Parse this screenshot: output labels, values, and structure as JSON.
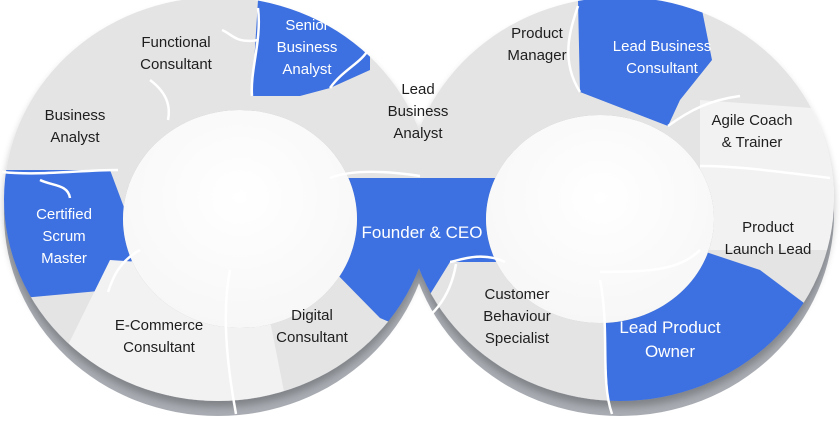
{
  "colors": {
    "blue": "#3d70e0",
    "blue_dark": "#1f49b8",
    "gray": "#e6e6e6",
    "gray_light": "#f2f2f2",
    "side": "#b9bcc1"
  },
  "pieces": {
    "senior_business_analyst": {
      "lines": [
        "Senior",
        "Business",
        "Analyst"
      ],
      "highlight": true
    },
    "functional_consultant": {
      "lines": [
        "Functional",
        "Consultant"
      ],
      "highlight": false
    },
    "business_analyst": {
      "lines": [
        "Business",
        "Analyst"
      ],
      "highlight": false
    },
    "certified_scrum_master": {
      "lines": [
        "Certified",
        "Scrum",
        "Master"
      ],
      "highlight": true
    },
    "ecommerce_consultant": {
      "lines": [
        "E-Commerce",
        "Consultant"
      ],
      "highlight": false
    },
    "digital_consultant": {
      "lines": [
        "Digital",
        "Consultant"
      ],
      "highlight": false
    },
    "lead_business_analyst": {
      "lines": [
        "Lead",
        "Business",
        "Analyst"
      ],
      "highlight": false
    },
    "founder_ceo": {
      "lines": [
        "Founder & CEO"
      ],
      "highlight": true
    },
    "product_manager": {
      "lines": [
        "Product",
        "Manager"
      ],
      "highlight": false
    },
    "lead_business_consultant": {
      "lines": [
        "Lead Business",
        "Consultant"
      ],
      "highlight": true
    },
    "agile_coach_trainer": {
      "lines": [
        "Agile Coach",
        "& Trainer"
      ],
      "highlight": false
    },
    "product_launch_lead": {
      "lines": [
        "Product",
        "Launch Lead"
      ],
      "highlight": false
    },
    "lead_product_owner": {
      "lines": [
        "Lead Product",
        "Owner"
      ],
      "highlight": true
    },
    "customer_behaviour_specialist": {
      "lines": [
        "Customer",
        "Behaviour",
        "Specialist"
      ],
      "highlight": false
    }
  }
}
